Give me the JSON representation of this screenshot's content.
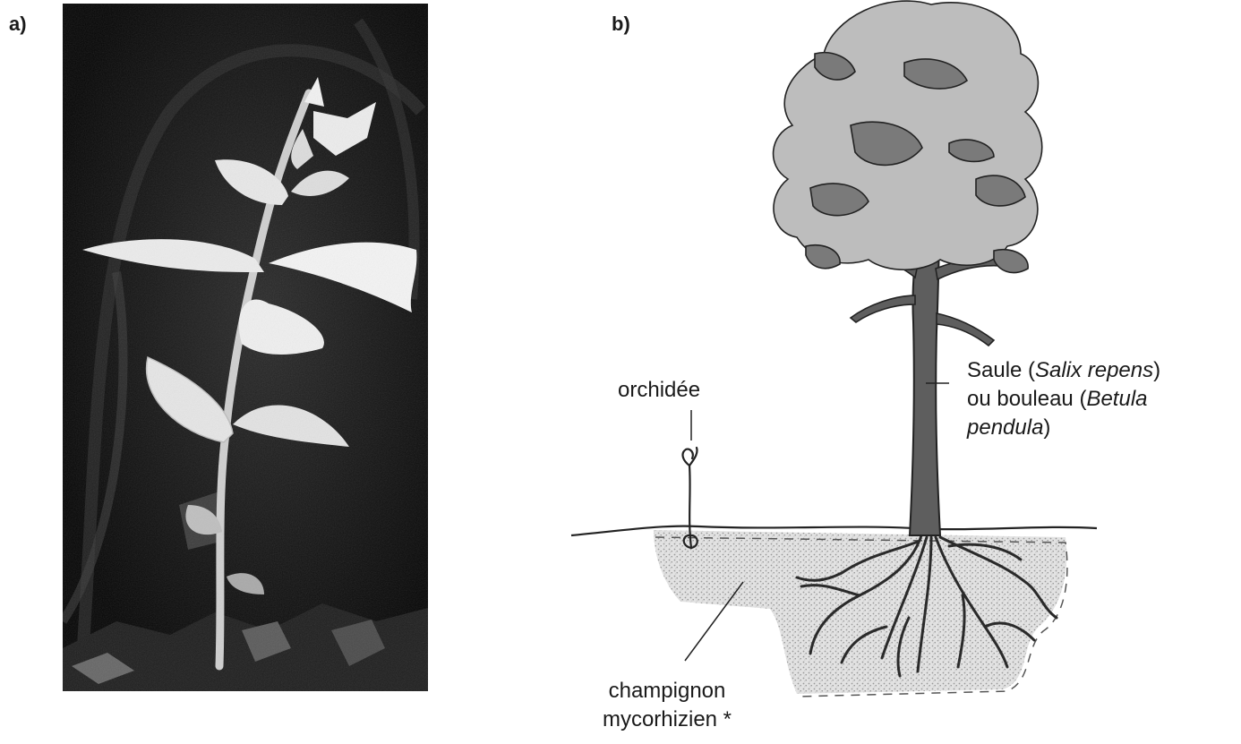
{
  "panels": {
    "a": {
      "label": "a)"
    },
    "b": {
      "label": "b)",
      "orchid_label": "orchidée",
      "fungus_label_line1": "champignon",
      "fungus_label_line2": "mycorhizien *",
      "tree_label": {
        "part1": "Saule (",
        "species1": "Salix repens",
        "part2": ")",
        "part3": "ou bouleau (",
        "species2": "Betula",
        "part4": "pendula",
        "part5": ")"
      }
    }
  },
  "icons": {
    "photo": "orchid-plant-photo",
    "tree": "tree-illustration",
    "orchid": "small-orchid-illustration",
    "mycelium": "fungal-mycelium-area"
  },
  "colors": {
    "photo_background": "#0d0d0d",
    "leaf": "#e6e6e6",
    "foliage_light": "#bdbdbd",
    "foliage_dark": "#7a7a7a",
    "trunk": "#5e5e5e",
    "soil_speckle": "#9a9a9a"
  }
}
